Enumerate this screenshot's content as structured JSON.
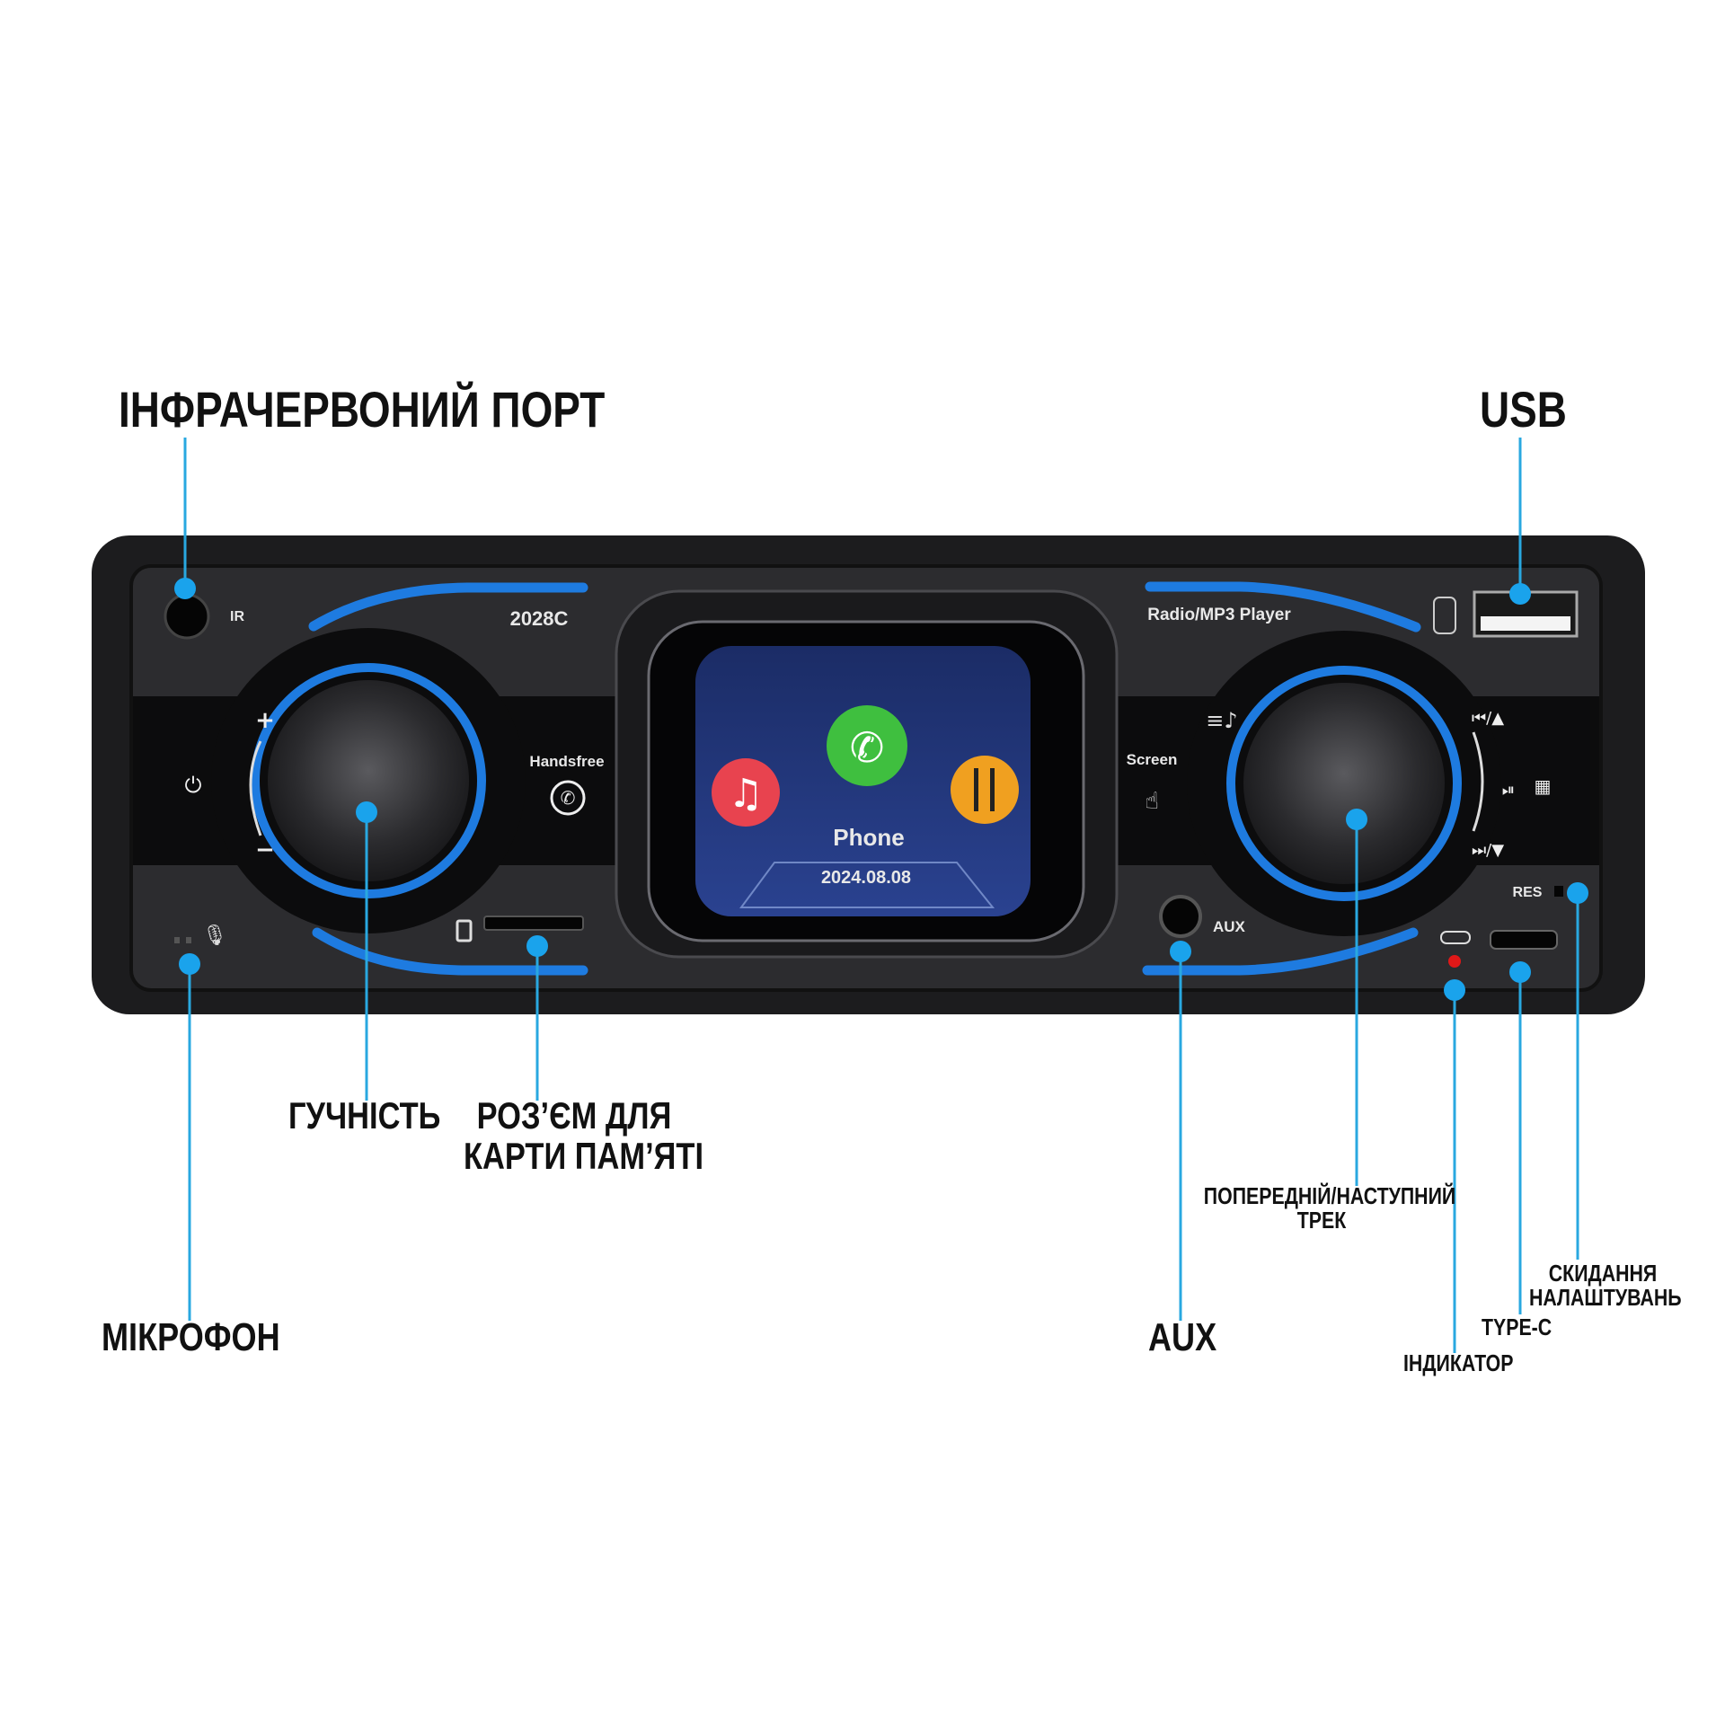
{
  "labels": {
    "ir_port": "ІНФРАЧЕРВОНИЙ ПОРТ",
    "usb": "USB",
    "volume": "ГУЧНІСТЬ",
    "card_slot_line1": "РОЗ’ЄМ ДЛЯ",
    "card_slot_line2": "КАРТИ ПАМ’ЯТІ",
    "microphone": "МІКРОФОН",
    "aux": "AUX",
    "track_line1": "ПОПЕРЕДНІЙ/НАСТУПНИЙ",
    "track_line2": "ТРЕК",
    "reset_line1": "СКИДАННЯ",
    "reset_line2": "НАЛАШТУВАНЬ",
    "type_c": "TYPE-C",
    "indicator": "ІНДИКАТОР"
  },
  "device": {
    "ir_text": "IR",
    "model": "2028C",
    "handsfree": "Handsfree",
    "player_title": "Radio/MP3 Player",
    "screen_button": "Screen",
    "aux_text": "AUX",
    "res_text": "RES",
    "screen": {
      "app_label": "Phone",
      "date": "2024.08.08",
      "icons": [
        "music-icon",
        "phone-icon",
        "aux-cable-icon"
      ]
    }
  },
  "colors": {
    "accent_blue": "#1e7be0",
    "callout": "#29a8e0",
    "body": "#1c1c1e",
    "screen_bg": "#223a7a",
    "indicator_red": "#e01818"
  }
}
